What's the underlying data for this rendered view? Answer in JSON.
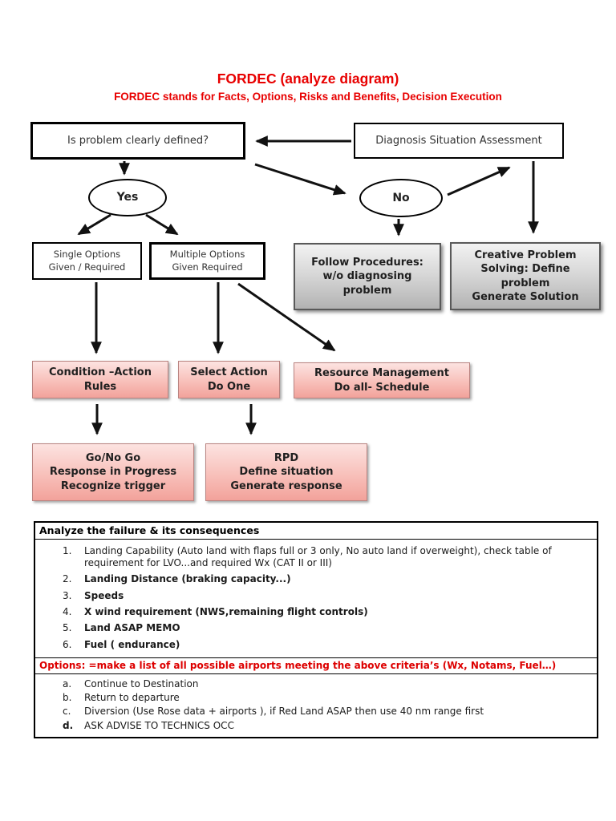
{
  "title": "FORDEC (analyze diagram)",
  "subtitle": "FORDEC stands for Facts, Options, Risks and Benefits, Decision Execution",
  "colors": {
    "title_red": "#e80000",
    "options_red": "#dd0000",
    "pink_fill_top": "#fce3e1",
    "pink_fill_bottom": "#f2a29b",
    "pink_border": "#b98380",
    "gray_fill_top": "#f2f2f2",
    "gray_fill_bottom": "#b2b2b2",
    "box_border_black": "#000000",
    "arrow_black": "#111111"
  },
  "nodes": {
    "is_problem_defined": "Is problem clearly defined?",
    "diagnosis": "Diagnosis Situation Assessment",
    "yes": "Yes",
    "no": "No",
    "single_options": "Single Options\nGiven / Required",
    "multiple_options": "Multiple Options\nGiven Required",
    "follow_procedures": "Follow Procedures:\nw/o diagnosing\nproblem",
    "creative_problem": "Creative Problem\nSolving: Define\nproblem\nGenerate Solution",
    "condition_action": "Condition –Action\nRules",
    "select_action": "Select Action\nDo One",
    "resource_management": "Resource Management\nDo all- Schedule",
    "go_no_go": "Go/No Go\nResponse in Progress\nRecognize trigger",
    "rpd": "RPD\nDefine situation\nGenerate response"
  },
  "table": {
    "header": "Analyze the failure & its consequences",
    "numbered_items": [
      {
        "marker": "1.",
        "text": "Landing Capability (Auto land with flaps full or 3 only, No auto land if overweight), check table of requirement for LVO...and required Wx (CAT II or III)",
        "bold": false
      },
      {
        "marker": "2.",
        "text": "Landing Distance (braking capacity...)",
        "bold": true
      },
      {
        "marker": "3.",
        "text": "Speeds",
        "bold": true
      },
      {
        "marker": "4.",
        "text": "X wind requirement (NWS,remaining flight controls)",
        "bold": true
      },
      {
        "marker": "5.",
        "text": "Land ASAP MEMO",
        "bold": true
      },
      {
        "marker": "6.",
        "text": "Fuel ( endurance)",
        "bold": true
      }
    ],
    "options_header": "Options: =make a list of all possible airports meeting the above criteria’s (Wx, Notams, Fuel…)",
    "lettered_items": [
      {
        "marker": "a.",
        "text": "Continue to Destination",
        "bold": false
      },
      {
        "marker": "b.",
        "text": "Return to departure",
        "bold": false
      },
      {
        "marker": "c.",
        "text": "Diversion (Use Rose data + airports ), if Red Land ASAP then use 40 nm range first",
        "bold": false
      },
      {
        "marker": "d.",
        "text": "ASK ADVISE TO TECHNICS OCC",
        "bold": false,
        "marker_bold": true
      }
    ]
  }
}
